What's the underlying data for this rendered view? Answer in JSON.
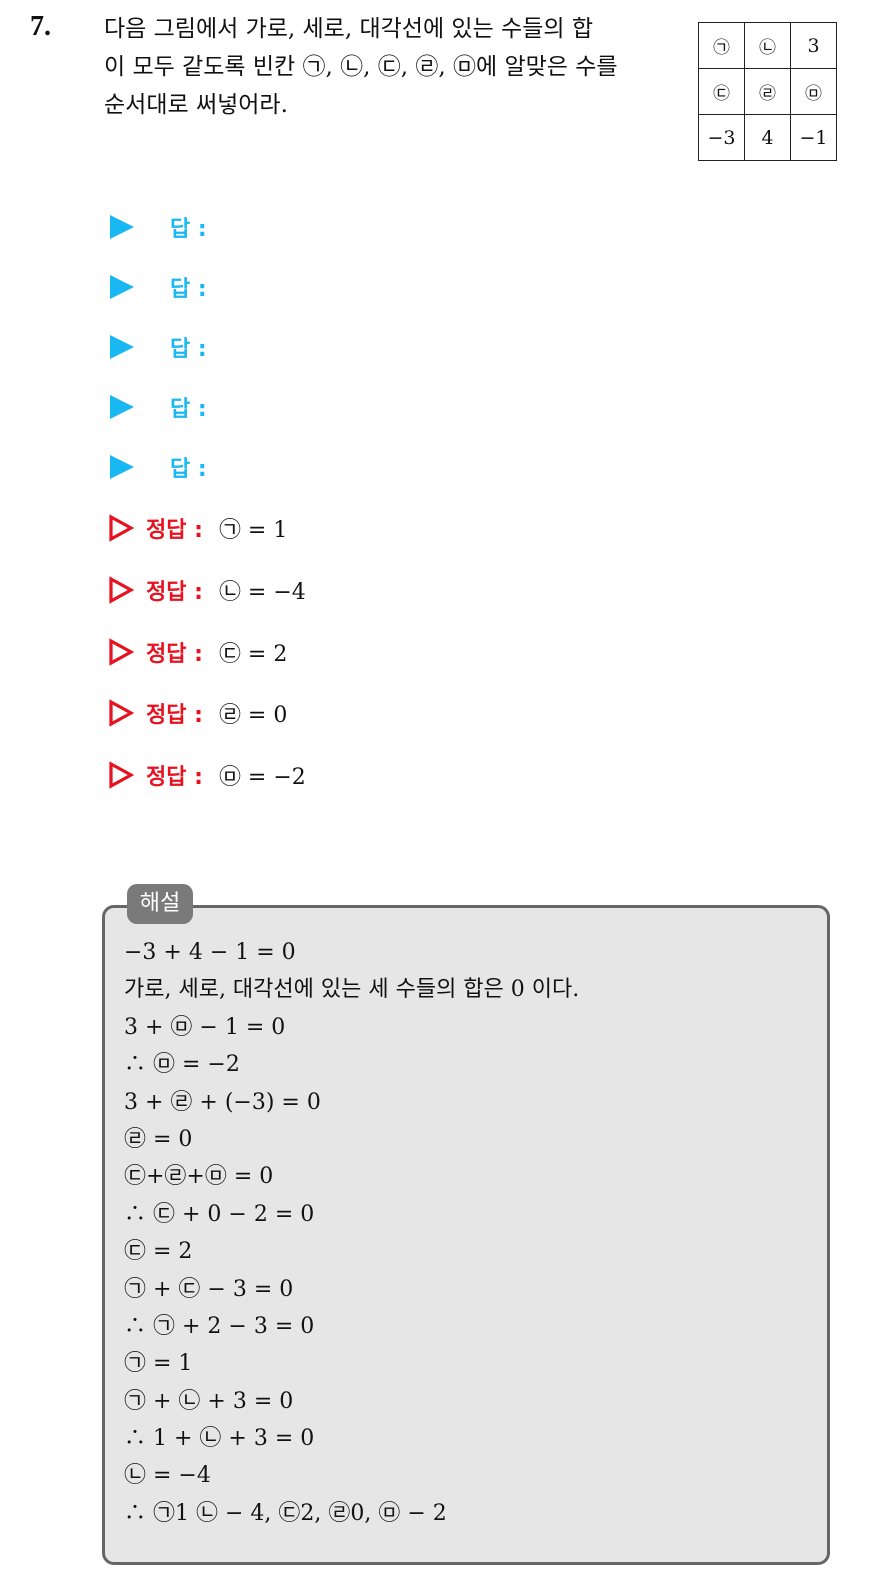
{
  "question": {
    "number": "7.",
    "lines": [
      "다음 그림에서 가로, 세로, 대각선에 있는 수들의 합",
      "이 모두 같도록 빈칸 ㉠, ㉡, ㉢, ㉣, ㉤에 알맞은 수를",
      "순서대로 써넣어라."
    ]
  },
  "grid": {
    "rows": [
      [
        "㉠",
        "㉡",
        "3"
      ],
      [
        "㉢",
        "㉣",
        "㉤"
      ],
      [
        "−3",
        "4",
        "−1"
      ]
    ]
  },
  "answer_prompts": [
    {
      "label": "답 :"
    },
    {
      "label": "답 :"
    },
    {
      "label": "답 :"
    },
    {
      "label": "답 :"
    },
    {
      "label": "답 :"
    }
  ],
  "correct_answers": [
    {
      "label": "정답 :",
      "value": "㉠ = 1"
    },
    {
      "label": "정답 :",
      "value": "㉡ = −4"
    },
    {
      "label": "정답 :",
      "value": "㉢ = 2"
    },
    {
      "label": "정답 :",
      "value": "㉣ = 0"
    },
    {
      "label": "정답 :",
      "value": "㉤ = −2"
    }
  ],
  "solution": {
    "title": "해설",
    "lines": [
      "−3 + 4 − 1 = 0",
      "가로, 세로, 대각선에 있는 세 수들의 합은 0 이다.",
      "3 + ㉤ − 1 = 0",
      "∴ ㉤ = −2",
      "3 + ㉣ + (−3) = 0",
      "㉣ = 0",
      "㉢+㉣+㉤ = 0",
      "∴ ㉢ + 0 − 2 = 0",
      "㉢ = 2",
      "㉠ + ㉢ − 3 = 0",
      "∴ ㉠ + 2 − 3 = 0",
      "㉠ = 1",
      "㉠ + ㉡ + 3 = 0",
      "∴ 1 + ㉡ + 3 = 0",
      "㉡ = −4",
      "∴ ㉠1 ㉡ − 4,  ㉢2,  ㉣0,  ㉤ − 2"
    ]
  },
  "colors": {
    "answer_blue": "#1ab8f2",
    "answer_red": "#e8111f",
    "solution_bg": "#e6e6e6",
    "solution_border": "#666666",
    "solution_tab": "#7a7a7a"
  },
  "icons": {
    "answer_marker": "triangle-right-filled-icon",
    "correct_marker": "triangle-right-outline-icon"
  }
}
